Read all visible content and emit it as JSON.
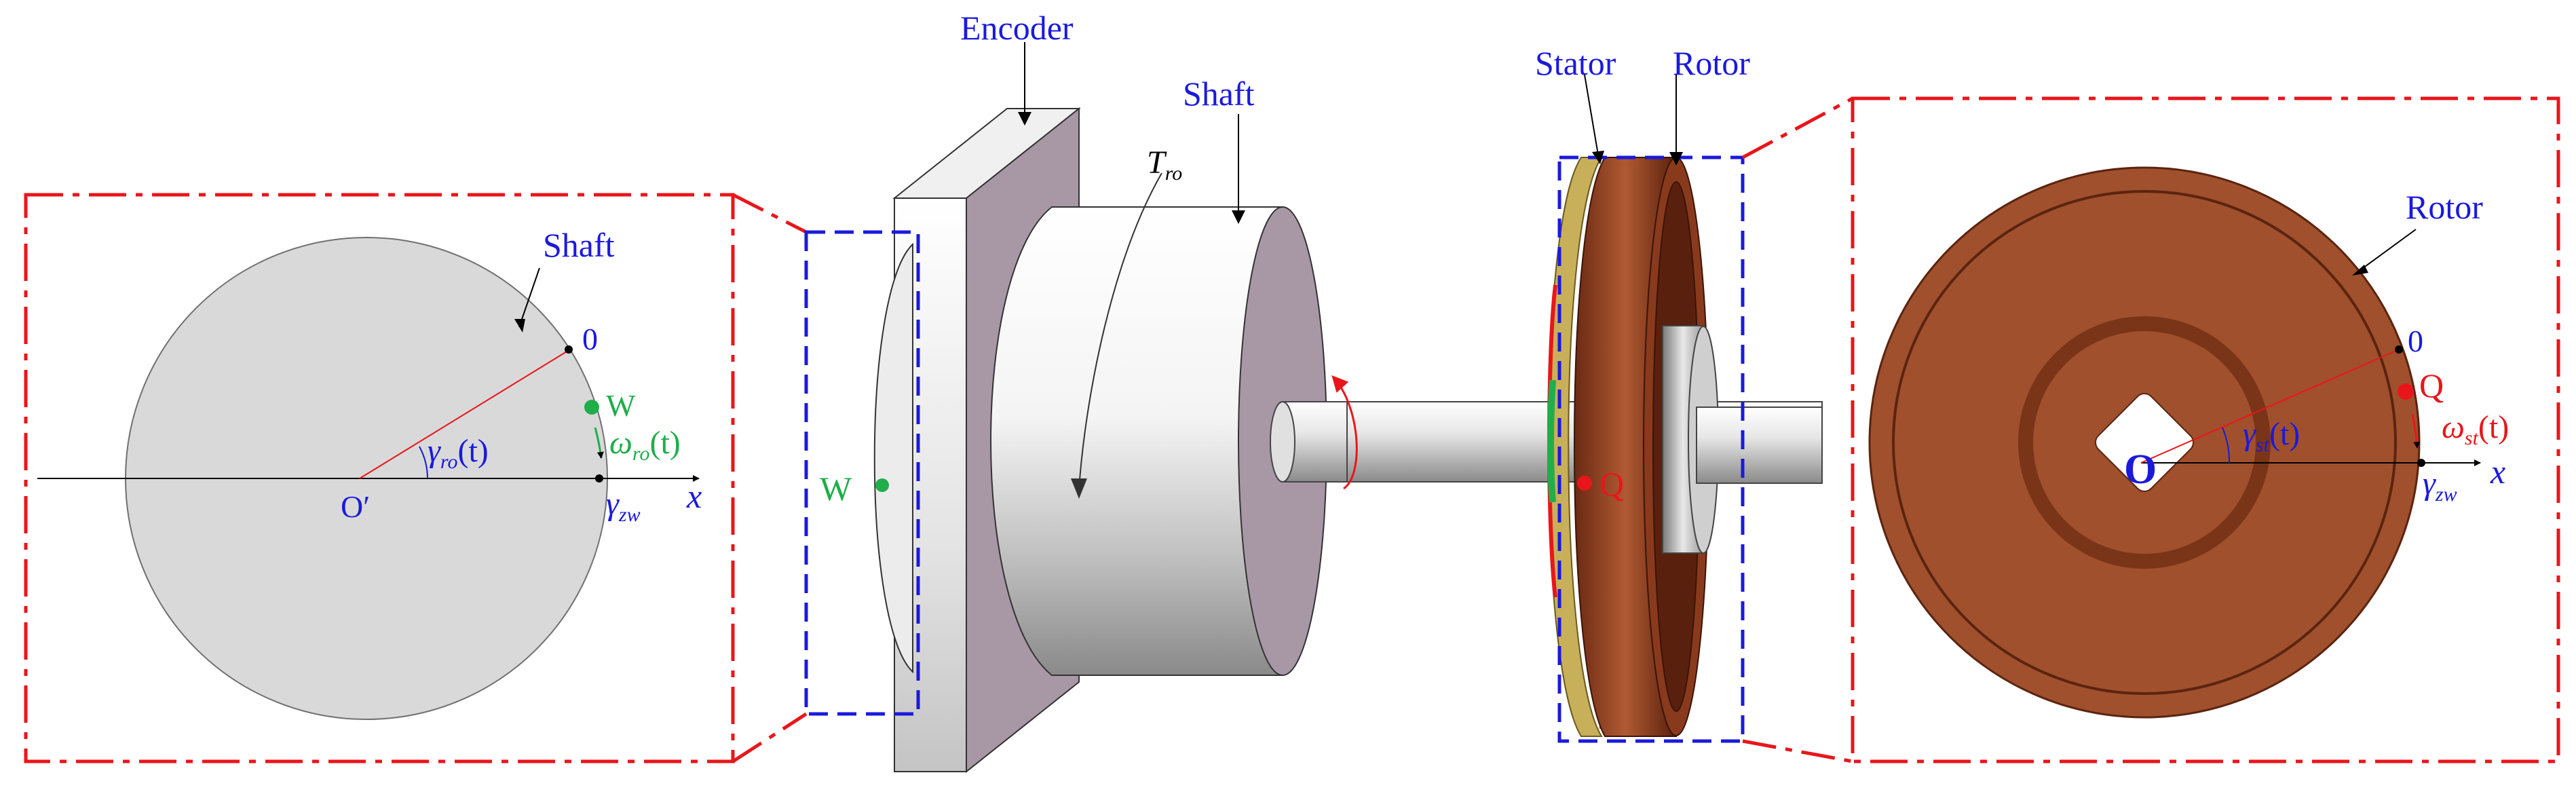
{
  "colors": {
    "label_blue": "#1a1adc",
    "accent_red": "#e8161b",
    "marker_green": "#1fae4a",
    "shaft_grey": "#d9d9d9",
    "rotor_brown": "#a0502c",
    "encoder_mauve": "#a898a6",
    "stator_gold": "#c8b05a"
  },
  "left_panel": {
    "shaft_label": "Shaft",
    "zero_label": "0",
    "w_label": "W",
    "origin_label": "O′",
    "angle_symbol": "γ",
    "angle_sub": "ro",
    "angle_arg": "(t)",
    "omega_symbol": "ω",
    "omega_sub": "ro",
    "omega_arg": "(t)",
    "gamma_zw_symbol": "γ",
    "gamma_zw_sub": "zw",
    "x_label": "x"
  },
  "middle": {
    "encoder_label": "Encoder",
    "shaft_label": "Shaft",
    "torque_symbol": "T",
    "torque_sub": "ro",
    "w_label": "W",
    "stator_label": "Stator",
    "rotor_label": "Rotor",
    "q_label": "Q"
  },
  "right_panel": {
    "rotor_label": "Rotor",
    "zero_label": "0",
    "q_label": "Q",
    "origin_label": "O",
    "angle_symbol": "γ",
    "angle_sub": "st",
    "angle_arg": "(t)",
    "omega_symbol": "ω",
    "omega_sub": "st",
    "omega_arg": "(t)",
    "gamma_zw_symbol": "γ",
    "gamma_zw_sub": "zw",
    "x_label": "x"
  }
}
